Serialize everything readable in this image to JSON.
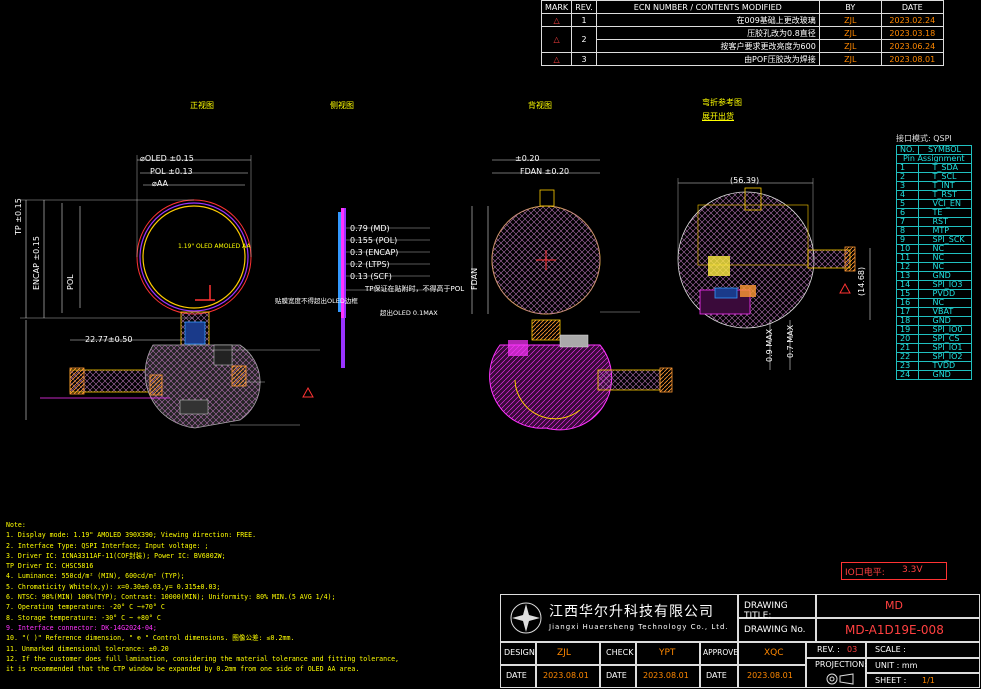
{
  "revision_table": {
    "headers": [
      "MARK",
      "REV.",
      "ECN NUMBER / CONTENTS MODIFIED",
      "BY",
      "DATE"
    ],
    "rows": [
      {
        "rev": "1",
        "content": "在009基础上更改玻璃",
        "by": "ZJL",
        "date": "2023.02.24"
      },
      {
        "rev": "2",
        "content": "压胶孔改为0.8直径",
        "by": "ZJL",
        "date": "2023.03.18"
      },
      {
        "rev": "",
        "content": "按客户要求更改亮度为600",
        "by": "ZJL",
        "date": "2023.06.24"
      },
      {
        "rev": "3",
        "content": "由POF压胶改为焊接",
        "by": "ZJL",
        "date": "2023.08.01"
      }
    ]
  },
  "views": {
    "front": "正视图",
    "side": "侧视图",
    "back": "背视图",
    "bend_title": "弯折参考图",
    "bend_sub": "展开出货"
  },
  "dims": {
    "oled": "OLED",
    "pol": "POL",
    "aa": "AA",
    "tol015": "±0.15",
    "tol013": "±0.13",
    "tol020": "±0.20",
    "encap": "ENCAP",
    "tp": "TP",
    "fpc_w": "22.77±0.50",
    "fdan": "FDAN",
    "d5639": "(56.39)",
    "d1468": "(14.68)",
    "d09max": "0.9 MAX",
    "d07max": "0.7 MAX",
    "layers": [
      "0.79 (MD)",
      "0.155 (POL)",
      "0.3 (ENCAP)",
      "0.2 (LTPS)",
      "0.13 (SCF)"
    ],
    "tp_note": "TP保证在贴附时，不得高于POL",
    "pol_note": "贴膜宽度不得超出OLED边框",
    "max_note": "超出OLED 0.1MAX",
    "active": "1.19\" OLED AMOLED AA"
  },
  "pin_table": {
    "title": "接口模式: QSPI",
    "headers": [
      "NO.",
      "SYMBOL"
    ],
    "subheader": "Pin Assignment",
    "pins": [
      [
        "1",
        "T_SDA"
      ],
      [
        "2",
        "T_SCL"
      ],
      [
        "3",
        "T_INT"
      ],
      [
        "4",
        "T_RST"
      ],
      [
        "5",
        "VCI_EN"
      ],
      [
        "6",
        "TE"
      ],
      [
        "7",
        "RST"
      ],
      [
        "8",
        "MTP"
      ],
      [
        "9",
        "SPI_SCK"
      ],
      [
        "10",
        "NC"
      ],
      [
        "11",
        "NC"
      ],
      [
        "12",
        "NC"
      ],
      [
        "13",
        "GND"
      ],
      [
        "14",
        "SPI_IO3"
      ],
      [
        "15",
        "PVDD"
      ],
      [
        "16",
        "NC"
      ],
      [
        "17",
        "VBAT"
      ],
      [
        "18",
        "GND"
      ],
      [
        "19",
        "SPI_IO0"
      ],
      [
        "20",
        "SPI_CS"
      ],
      [
        "21",
        "SPI_IO1"
      ],
      [
        "22",
        "SPI_IO2"
      ],
      [
        "23",
        "TVDD"
      ],
      [
        "24",
        "GND"
      ]
    ]
  },
  "notes": {
    "title": "Note:",
    "lines": [
      "1. Display mode: 1.19\" AMOLED 390X390; Viewing direction: FREE.",
      "2. Interface Type: QSPI Interface; Input voltage: ;",
      "3. Driver IC: ICNA3311AF-11(COF封装); Power IC: BV6802W;",
      "   TP Driver IC: CHSC5816",
      "4. Luminance: 550cd/m² (MIN), 600cd/m² (TYP);",
      "5. Chromaticity White(x,y): x=0.30±0.03,y= 0.315±0.03;",
      "6. NTSC: 98%(MIN) 100%(TYP); Contrast: 10000(MIN); Uniformity: 80% MIN.(5 AVG 1/4);",
      "7. Operating temperature: -20° C ~+70° C",
      "8. Storage temperature: -30° C ~ +80° C",
      "9. Interface connector: DK-14G2024-04;",
      "10. \"( )\" Reference dimension, \" ⊕ \" Control dimensions. 图像公差: ≤0.2mm.",
      "11. Unmarked dimensional tolerance: ±0.20",
      "12. If the customer does full lamination, considering the material tolerance and fitting tolerance,",
      "it is recommended that the CTP window be expanded by 0.2mm from one side of OLED AA area."
    ]
  },
  "io_voltage": {
    "label": "IO口电平:",
    "value": "3.3V"
  },
  "title_block": {
    "company_cn": "江西华尔升科技有限公司",
    "company_en": "Jiangxi Huaersheng Technology Co., Ltd.",
    "drawing_title_label": "DRAWING TITLE:",
    "drawing_title": "MD",
    "drawing_no_label": "DRAWING No.",
    "drawing_no": "MD-A1D19E-008",
    "design_label": "DESIGN",
    "design": "ZJL",
    "check_label": "CHECK",
    "check": "YPT",
    "approve_label": "APPROVE",
    "approve": "XQC",
    "date_label": "DATE",
    "date": "2023.08.01",
    "rev_label": "REV. :",
    "rev": "03",
    "scale_label": "SCALE :",
    "projection_label": "PROJECTION:",
    "unit_label": "UNIT : mm",
    "sheet_label": "SHEET :",
    "sheet": "1/1"
  }
}
